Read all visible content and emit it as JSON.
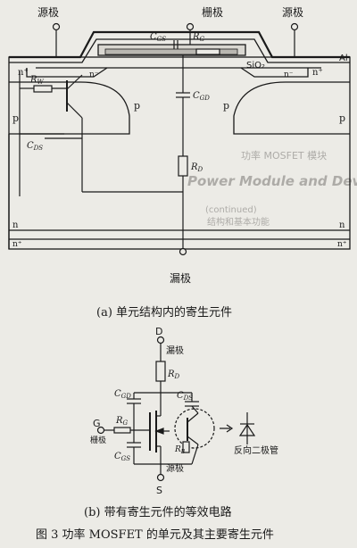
{
  "top_diagram": {
    "source_left": "源极",
    "gate": "栅极",
    "source_right": "源极",
    "drain": "漏极",
    "al": "Al",
    "sio2": "SiO₂",
    "p_left": "p",
    "p_right": "p",
    "p_mid_left": "p",
    "p_mid_right": "p",
    "n_plus_left": "n⁺",
    "n_plus_right": "n⁺",
    "n_minus_left": "n⁻",
    "n_minus_right": "n⁻",
    "n_bottom_left": "n",
    "n_bottom_right": "n",
    "n2_left": "n⁺",
    "n2_right": "n⁺",
    "cgs": "C",
    "cgs_sub": "GS",
    "rg": "R",
    "rg_sub": "G",
    "rw": "R",
    "rw_sub": "W",
    "cgd": "C",
    "cgd_sub": "GD",
    "cds": "C",
    "cds_sub": "DS",
    "rd": "R",
    "rd_sub": "D"
  },
  "caption_a": "(a)  单元结构内的寄生元件",
  "bottom_circuit": {
    "d": "D",
    "drain": "漏极",
    "rd": "R",
    "rd_sub": "D",
    "cgd": "C",
    "cgd_sub": "GD",
    "cds": "C",
    "cds_sub": "DS",
    "g": "G",
    "gate": "栅极",
    "rg": "R",
    "rg_sub": "G",
    "cgs": "C",
    "cgs_sub": "GS",
    "rb": "R",
    "rb_sub": "B",
    "diode_label": "反向二极管",
    "source": "源极",
    "s": "S"
  },
  "caption_b": "(b)  带有寄生元件的等效电路",
  "figure_caption": "图 3   功率 MOSFET 的单元及其主要寄生元件",
  "bleed": {
    "b1": "功率 MOSFET 模块",
    "b2": "Power Module and Device(Part_b)",
    "b3": "(continued)",
    "b4": "结构和基本功能"
  }
}
